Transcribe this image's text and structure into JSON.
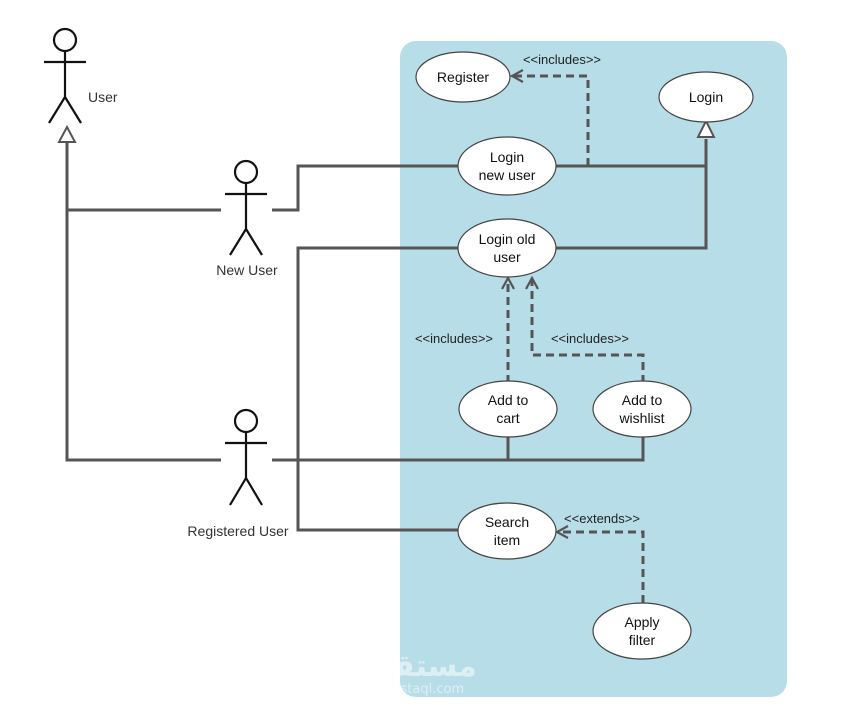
{
  "colors": {
    "system_boundary": "#b7dde8",
    "line": "#555555",
    "ellipse_fill": "#ffffff",
    "ellipse_stroke": "#444444",
    "actor_stroke": "#111111"
  },
  "actors": {
    "user": "User",
    "new_user": "New User",
    "registered_user": "Registered User"
  },
  "use_cases": {
    "register": [
      "Register"
    ],
    "login": [
      "Login"
    ],
    "login_new_user": [
      "Login",
      "new user"
    ],
    "login_old_user": [
      "Login old",
      "user"
    ],
    "add_to_cart": [
      "Add to",
      "cart"
    ],
    "add_to_wishlist": [
      "Add to",
      "wishlist"
    ],
    "search_item": [
      "Search",
      "item"
    ],
    "apply_filter": [
      "Apply",
      "filter"
    ]
  },
  "relationships": {
    "includes_register": "<<includes>>",
    "includes_cart": "<<includes>>",
    "includes_wishlist": "<<includes>>",
    "extends_filter": "<<extends>>"
  },
  "watermark": {
    "arabic": "مستقل",
    "latin": "mostaql.com"
  }
}
